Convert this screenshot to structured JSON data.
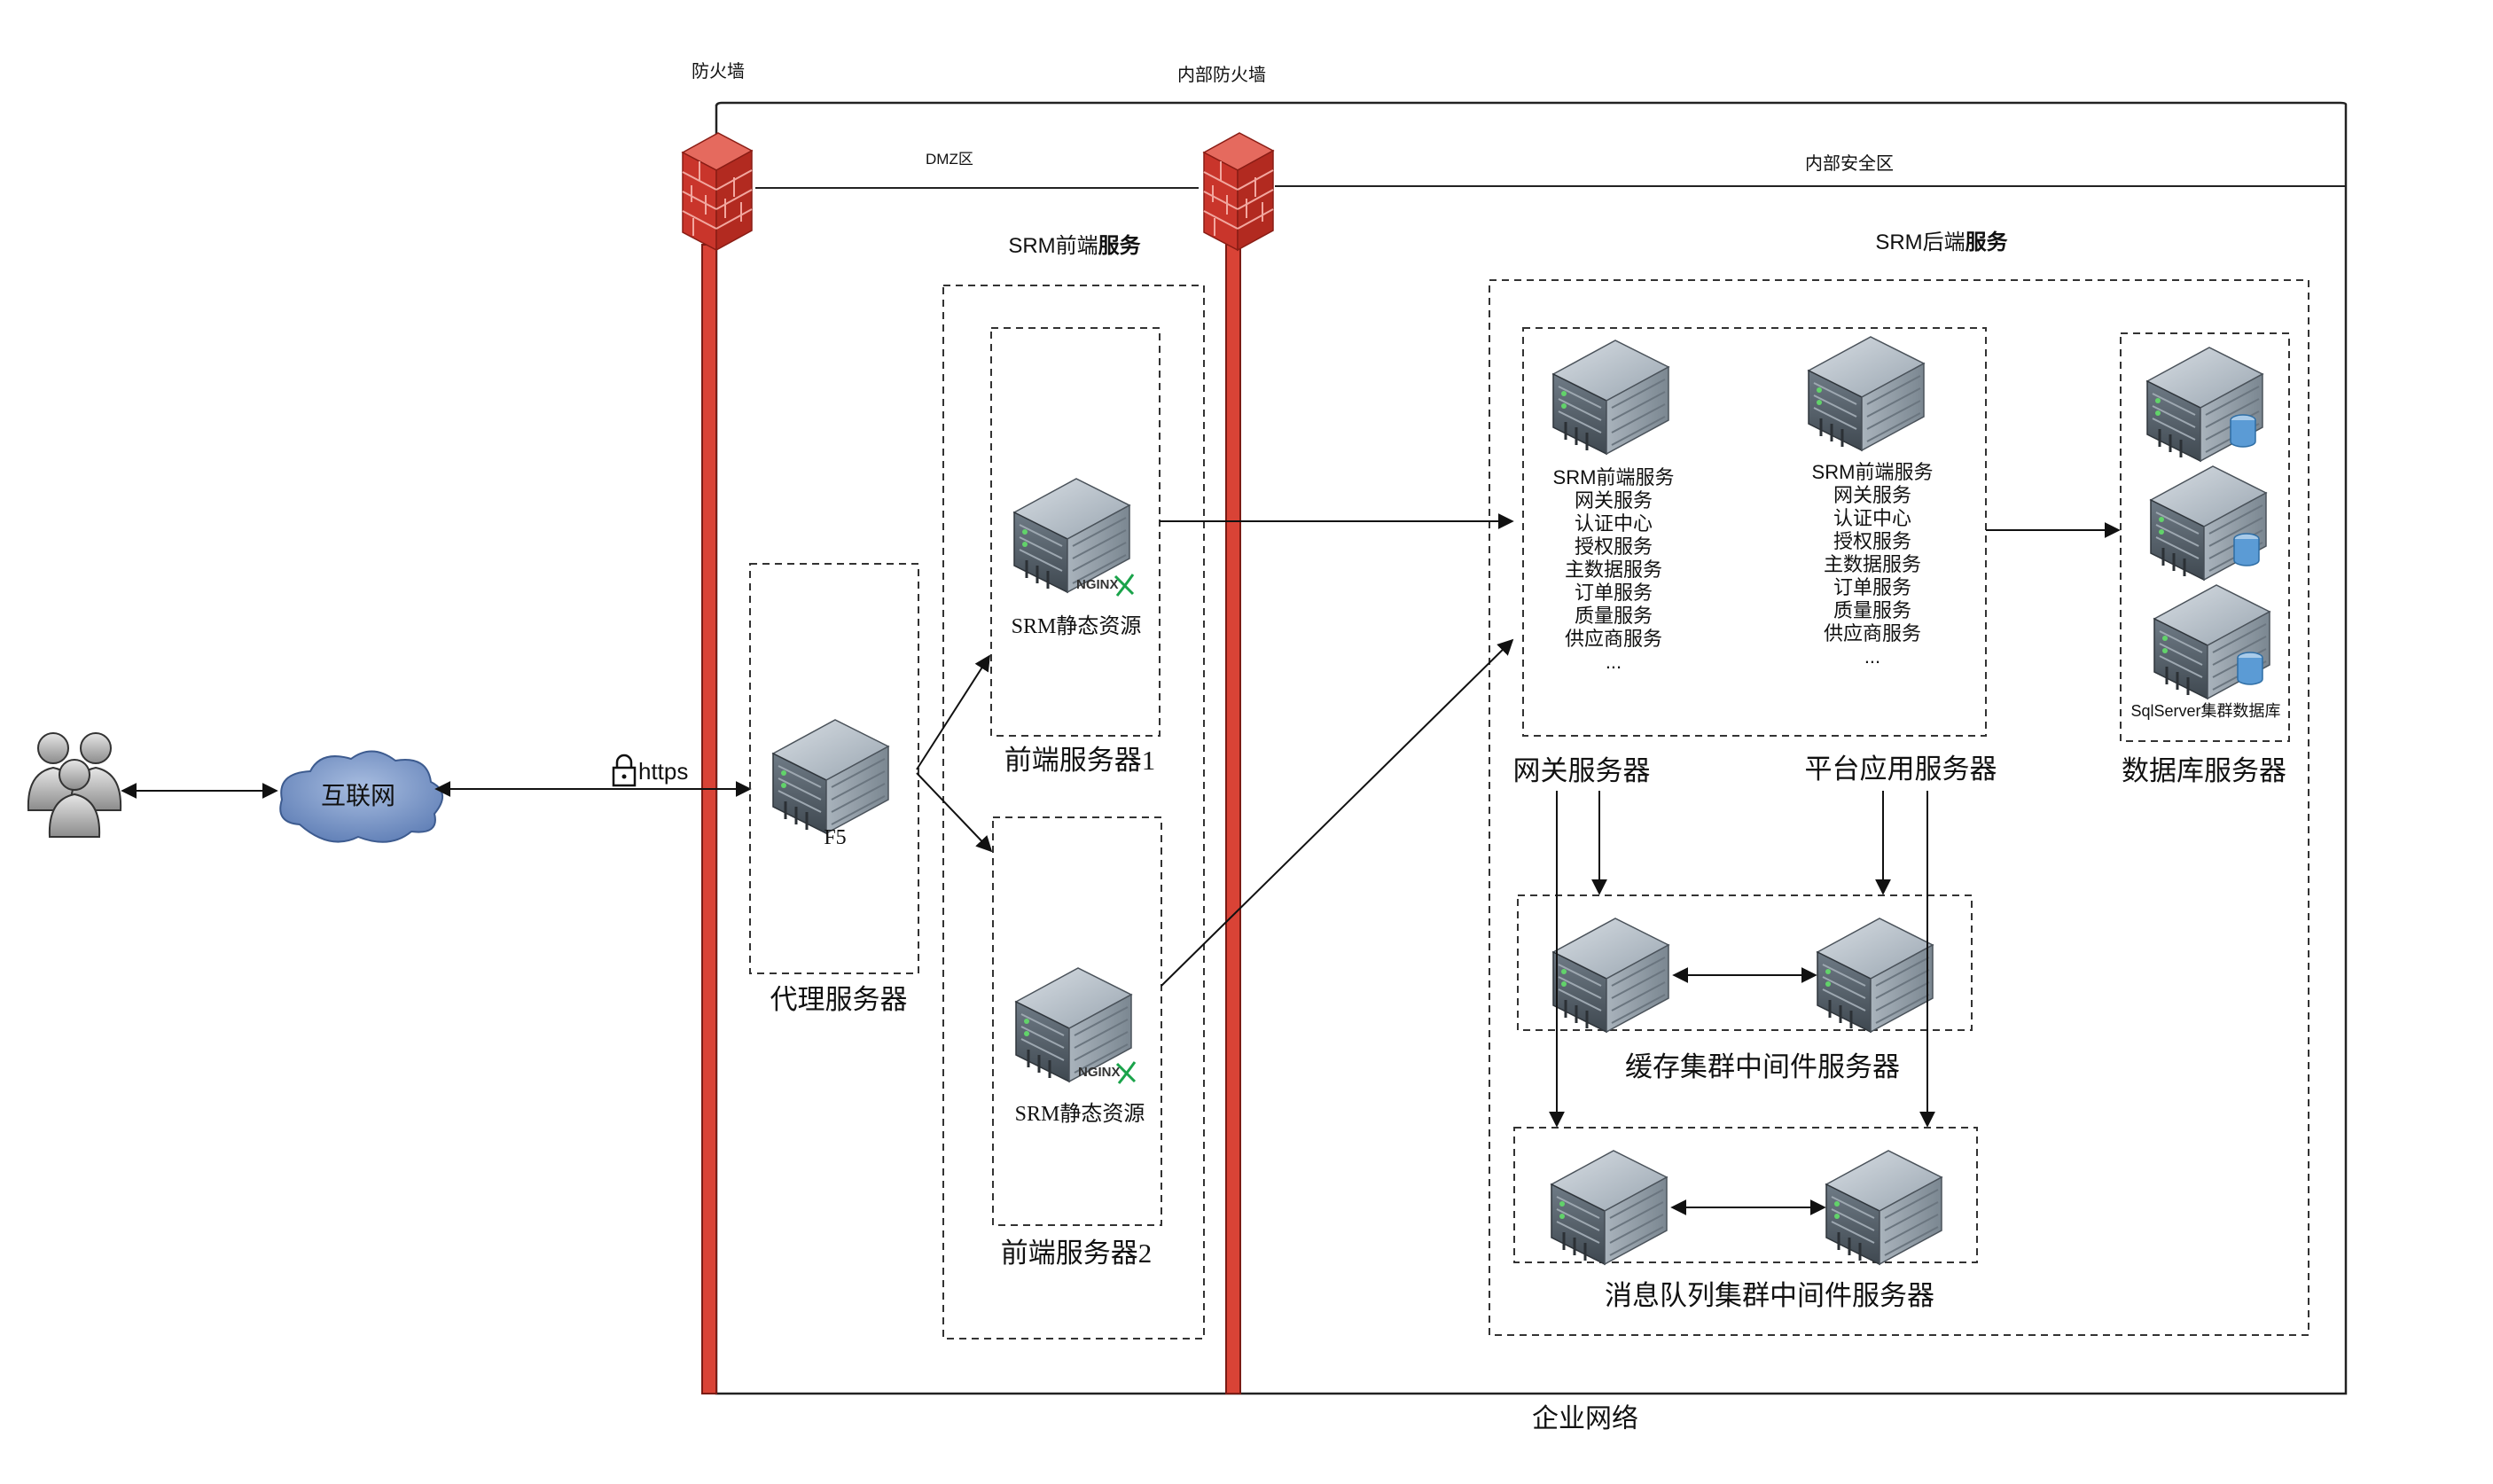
{
  "zones": {
    "firewall_left": "防火墙",
    "firewall_inner": "内部防火墙",
    "dmz": "DMZ区",
    "internal": "内部安全区",
    "enterprise": "企业网络"
  },
  "groups": {
    "frontend_title_prefix": "SRM前端",
    "frontend_title_bold": "服务",
    "backend_title_prefix": "SRM后端",
    "backend_title_bold": "服务"
  },
  "nodes": {
    "users": "",
    "internet": "互联网",
    "https": "https",
    "f5": "F5",
    "proxy": "代理服务器",
    "fe1_caption": "SRM静态资源",
    "fe1_title": "前端服务器1",
    "fe2_caption": "SRM静态资源",
    "fe2_title": "前端服务器2",
    "nginx": "NGINX",
    "gateway_title": "网关服务器",
    "platform_title": "平台应用服务器",
    "db_caption": "SqlServer集群数据库",
    "db_title": "数据库服务器",
    "cache_title": "缓存集群中间件服务器",
    "mq_title": "消息队列集群中间件服务器"
  },
  "gateway_services": [
    "SRM前端服务",
    "网关服务",
    "认证中心",
    "授权服务",
    "主数据服务",
    "订单服务",
    "质量服务",
    "供应商服务",
    "..."
  ],
  "platform_services": [
    "SRM前端服务",
    "网关服务",
    "认证中心",
    "授权服务",
    "主数据服务",
    "订单服务",
    "质量服务",
    "供应商服务",
    "..."
  ],
  "colors": {
    "firewall": "#d94336",
    "cloud": "#6f8fc4",
    "server_body": "#8d9aa6",
    "db_drum": "#5b9bd5"
  }
}
